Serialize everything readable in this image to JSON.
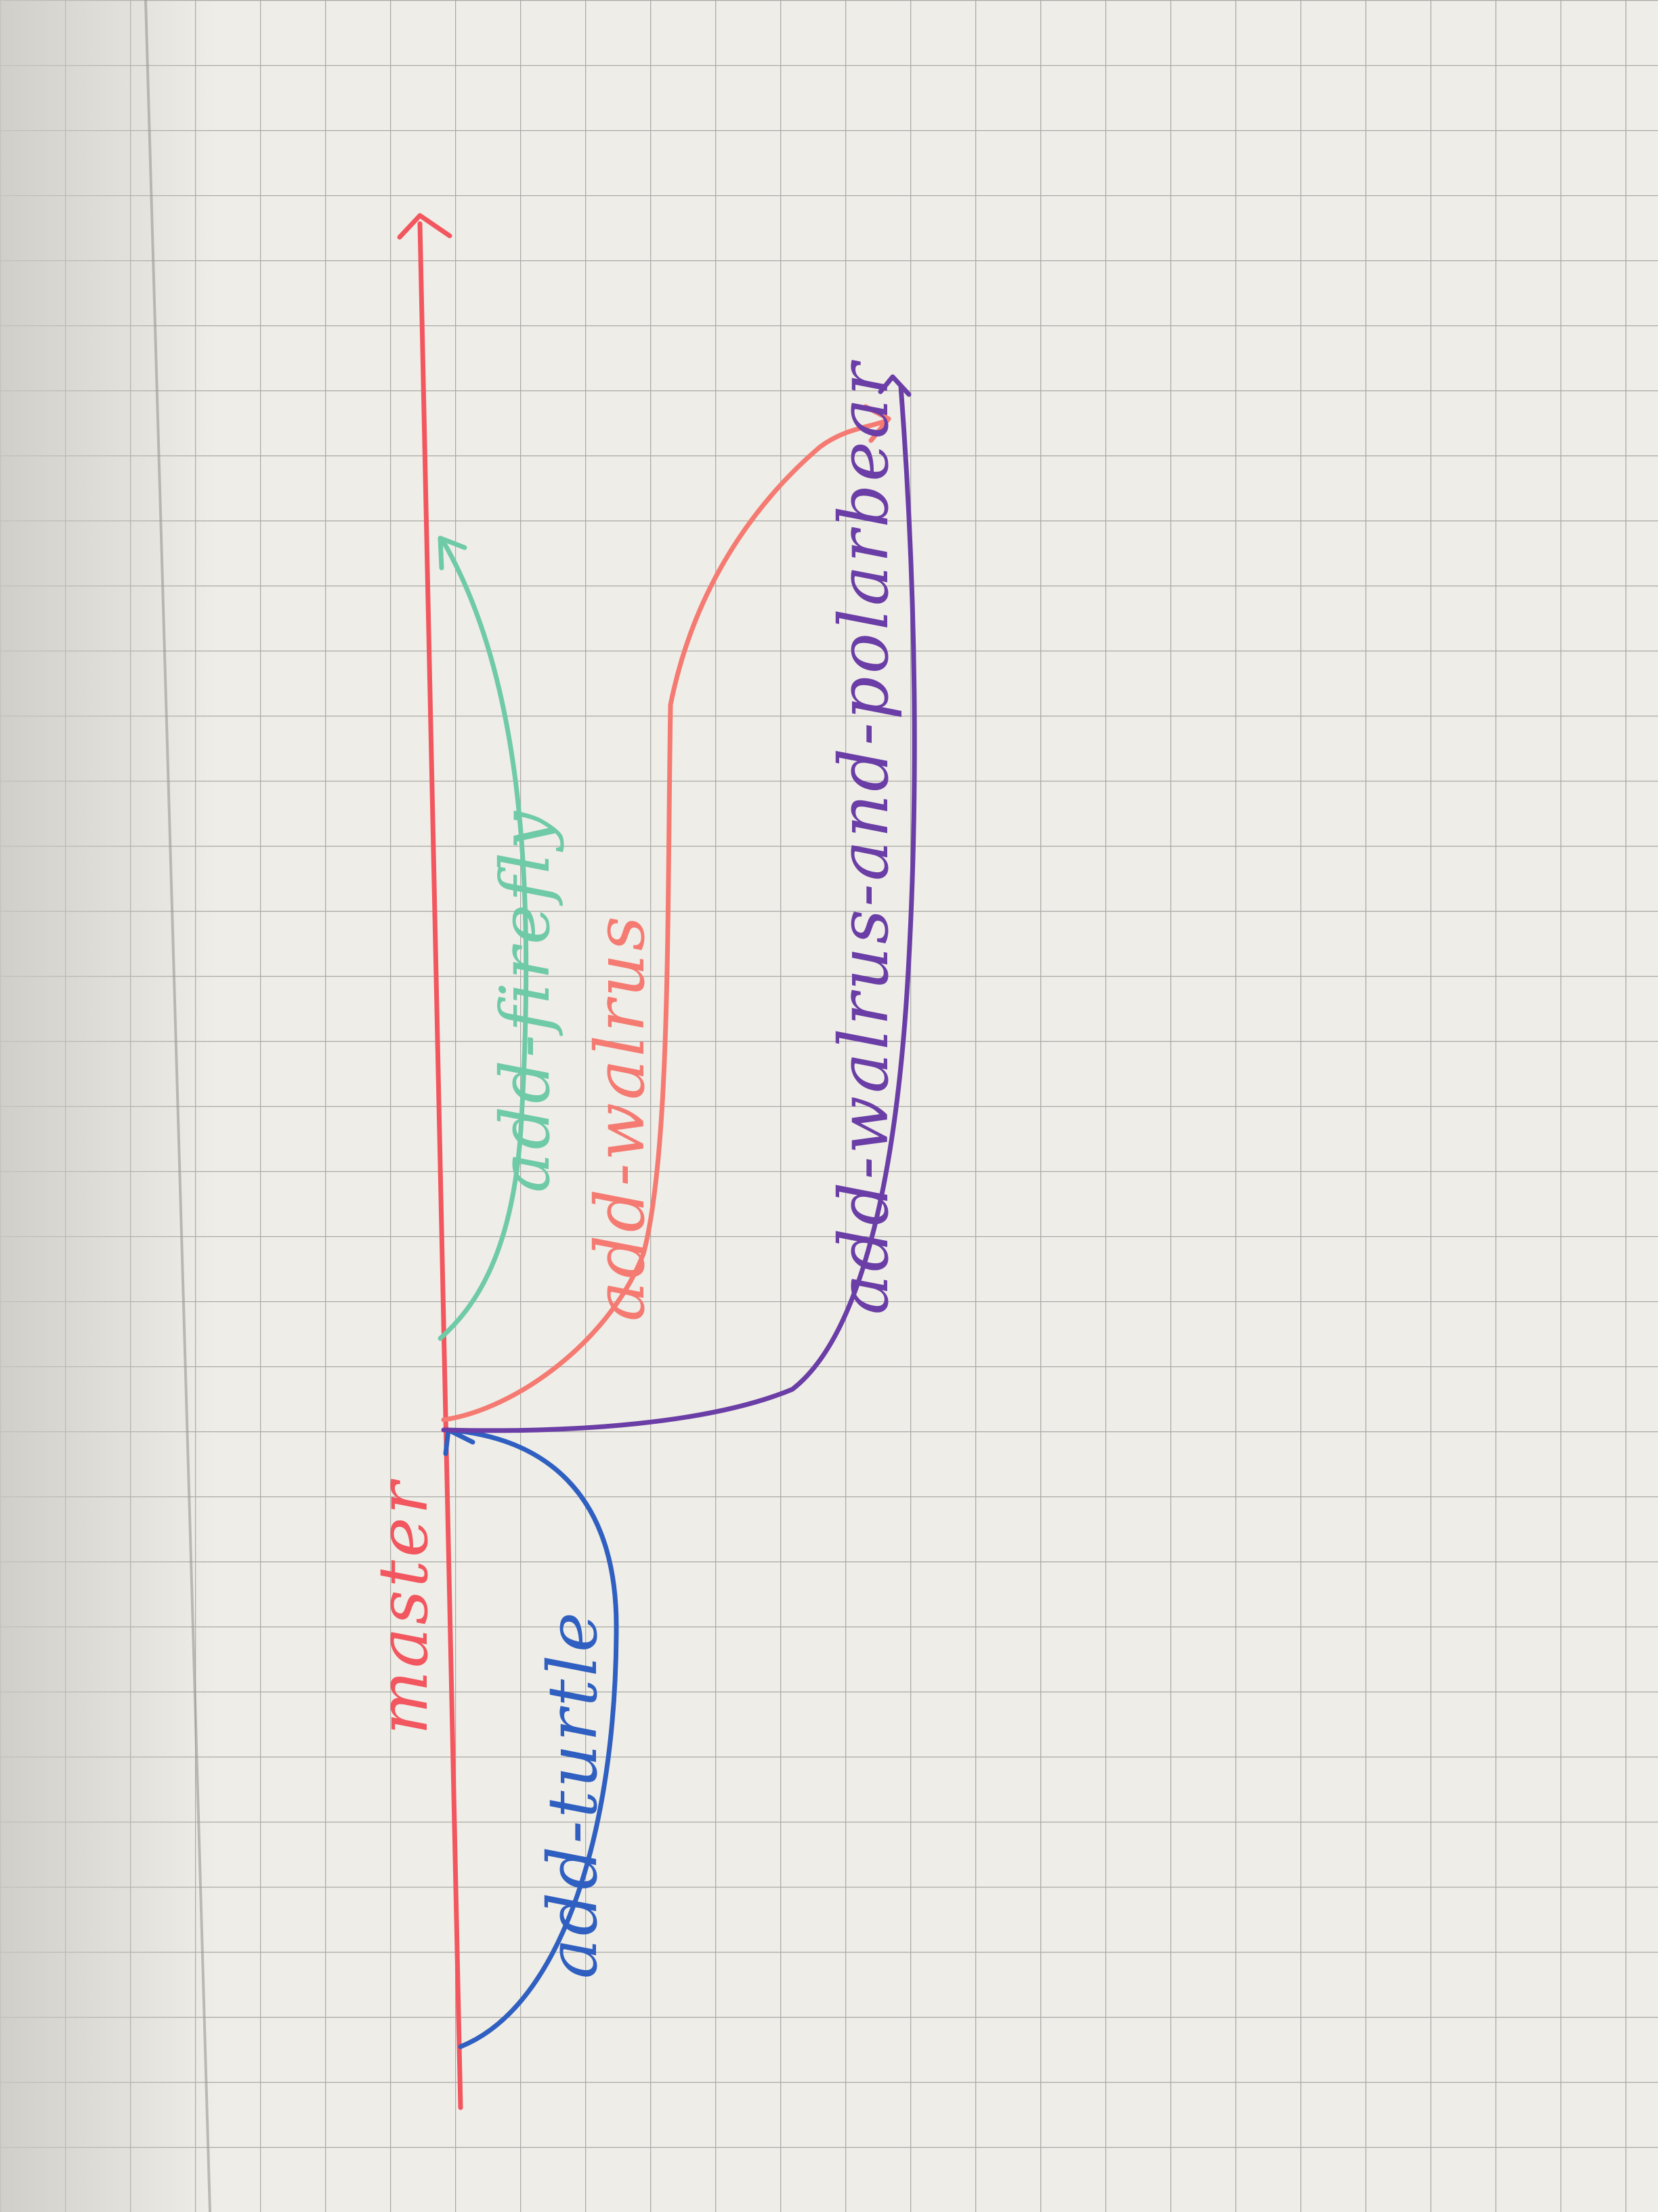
{
  "diagram": {
    "branches": [
      {
        "id": "master",
        "label": "master",
        "color": "#f2565e"
      },
      {
        "id": "add-turtle",
        "label": "add-turtle",
        "color": "#2f5fc0"
      },
      {
        "id": "add-firefly",
        "label": "add-firefly",
        "color": "#6fcaa8"
      },
      {
        "id": "add-walrus",
        "label": "add-walrus",
        "color": "#f47a72"
      },
      {
        "id": "add-walrus-and-polarbear",
        "label": "add-walrus-and-polarbear",
        "color": "#6a3ea6"
      }
    ],
    "paper_color": "#efede7",
    "grid_color": "#a9a9a6",
    "binding_shadow_color": "#c9c7c1"
  }
}
